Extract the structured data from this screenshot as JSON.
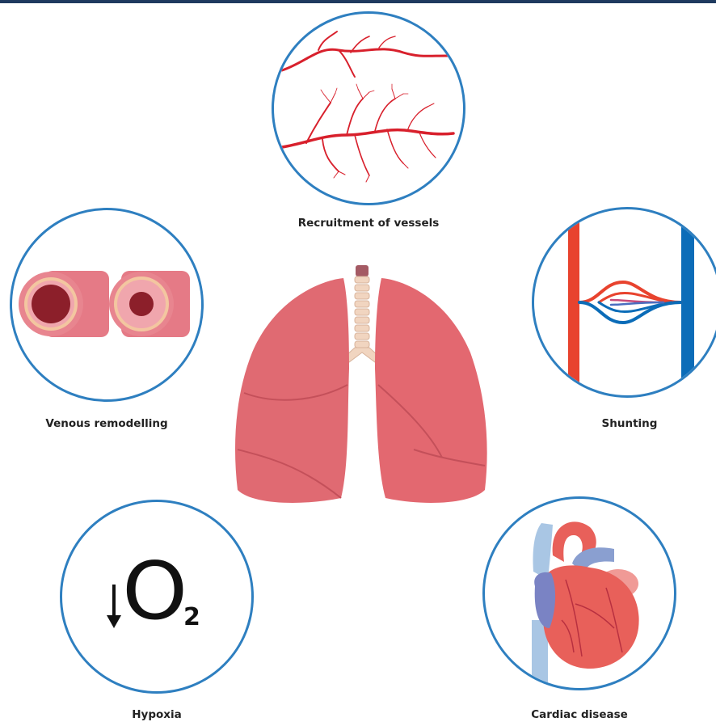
{
  "title": "",
  "panels": {
    "recruitment": {
      "label": "Recruitment of vessels"
    },
    "venous": {
      "label": "Venous remodelling"
    },
    "shunting": {
      "label": "Shunting"
    },
    "hypoxia": {
      "label": "Hypoxia",
      "symbol_main": "O",
      "symbol_sub": "2"
    },
    "cardiac": {
      "label": "Cardiac disease"
    }
  },
  "colors": {
    "circle_border": "#2e7fc0",
    "vessel_red": "#d8202c",
    "artery_red": "#e8432e",
    "vein_blue": "#0b6cb8",
    "lung_pink": "#e06a72",
    "heart_red": "#e8605a",
    "heart_blue": "#8a9fd0"
  }
}
